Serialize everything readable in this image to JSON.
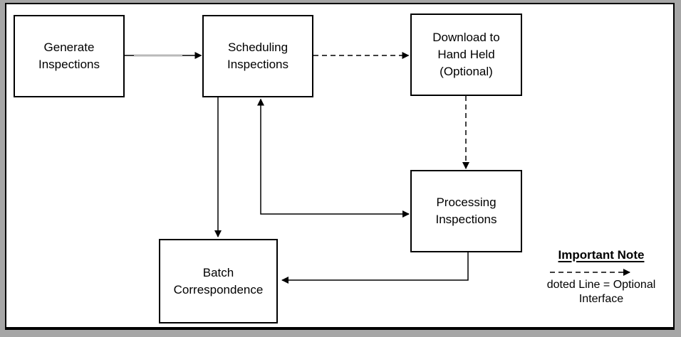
{
  "diagram": {
    "nodes": [
      {
        "id": "generate",
        "label": "Generate\nInspections"
      },
      {
        "id": "scheduling",
        "label": "Scheduling\nInspections"
      },
      {
        "id": "download",
        "label": "Download to\nHand Held\n(Optional)"
      },
      {
        "id": "processing",
        "label": "Processing\nInspections"
      },
      {
        "id": "batch",
        "label": "Batch\nCorrespondence"
      }
    ],
    "edges": [
      {
        "from": "generate",
        "to": "scheduling",
        "style": "solid",
        "bidirectional": false
      },
      {
        "from": "scheduling",
        "to": "download",
        "style": "dashed",
        "bidirectional": false
      },
      {
        "from": "download",
        "to": "processing",
        "style": "dashed",
        "bidirectional": false
      },
      {
        "from": "scheduling",
        "to": "batch",
        "style": "solid",
        "bidirectional": false
      },
      {
        "from": "scheduling",
        "to": "processing",
        "style": "solid",
        "bidirectional": true
      },
      {
        "from": "processing",
        "to": "batch",
        "style": "solid",
        "bidirectional": false
      }
    ],
    "legend": {
      "title": "Important Note",
      "note": "doted Line = Optional\nInterface"
    },
    "colors": {
      "frame": "#a6a6a6",
      "page": "#ffffff",
      "line": "#000000",
      "text": "#000000"
    }
  }
}
